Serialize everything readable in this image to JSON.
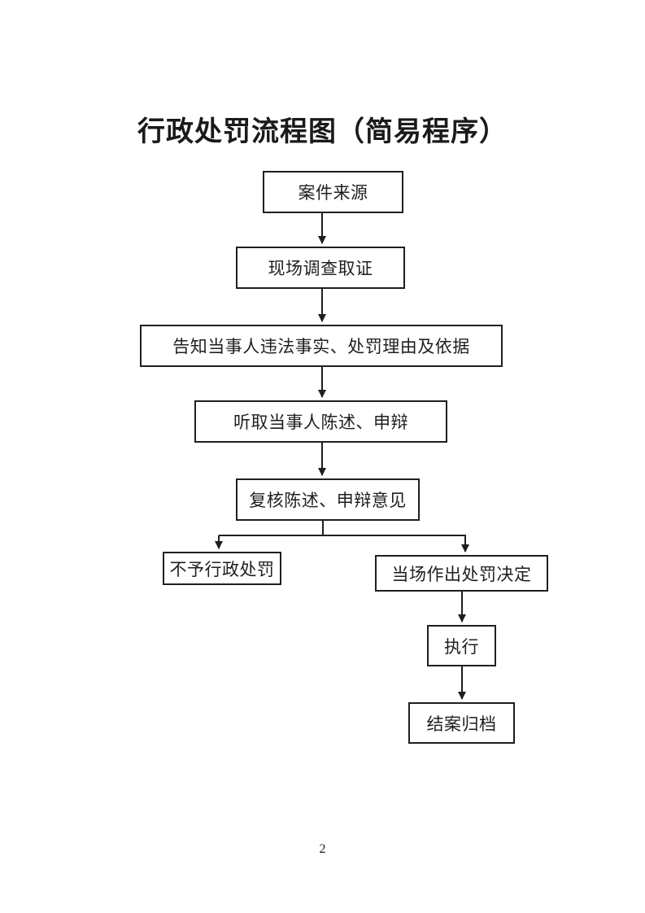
{
  "page": {
    "title": "行政处罚流程图（简易程序）",
    "page_number": "2"
  },
  "colors": {
    "ink": "#1f1f1f",
    "background": "#ffffff"
  },
  "flowchart": {
    "nodes": [
      {
        "id": "case-source",
        "label": "案件来源"
      },
      {
        "id": "investigation",
        "label": "现场调查取证"
      },
      {
        "id": "notify",
        "label": "告知当事人违法事实、处罚理由及依据"
      },
      {
        "id": "listen",
        "label": "听取当事人陈述、申辩"
      },
      {
        "id": "review",
        "label": "复核陈述、申辩意见"
      },
      {
        "id": "no-penalty",
        "label": "不予行政处罚"
      },
      {
        "id": "decision",
        "label": "当场作出处罚决定"
      },
      {
        "id": "execute",
        "label": "执行"
      },
      {
        "id": "archive",
        "label": "结案归档"
      }
    ],
    "edges": [
      {
        "from": "case-source",
        "to": "investigation"
      },
      {
        "from": "investigation",
        "to": "notify"
      },
      {
        "from": "notify",
        "to": "listen"
      },
      {
        "from": "listen",
        "to": "review"
      },
      {
        "from": "review",
        "to": "no-penalty"
      },
      {
        "from": "review",
        "to": "decision"
      },
      {
        "from": "decision",
        "to": "execute"
      },
      {
        "from": "execute",
        "to": "archive"
      }
    ]
  }
}
